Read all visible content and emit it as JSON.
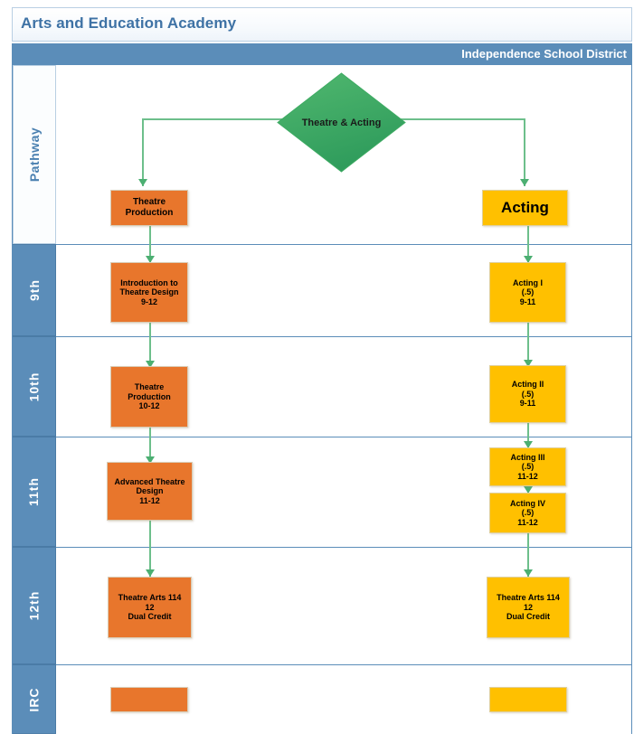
{
  "header": {
    "title": "Arts and Education Academy",
    "district": "Independence School District"
  },
  "colors": {
    "header_blue": "#5b8db9",
    "title_text": "#3e72a5",
    "orange": "#e8762c",
    "yellow": "#ffc000",
    "green_diamond": "#3eab63",
    "connector_green": "#6dbf8b"
  },
  "rows": [
    {
      "label": "Pathway"
    },
    {
      "label": "9th"
    },
    {
      "label": "10th"
    },
    {
      "label": "11th"
    },
    {
      "label": "12th"
    },
    {
      "label": "IRC"
    }
  ],
  "diamond": {
    "label": "Theatre & Acting"
  },
  "pathways": [
    {
      "name": "theatre-production",
      "color": "orange",
      "head": "Theatre\nProduction",
      "courses": [
        {
          "row": "9th",
          "text": "Introduction to\nTheatre Design\n9-12"
        },
        {
          "row": "10th",
          "text": "Theatre\nProduction\n10-12"
        },
        {
          "row": "11th",
          "text": "Advanced Theatre\nDesign\n11-12"
        },
        {
          "row": "12th",
          "text": "Theatre Arts 114\n12\nDual Credit"
        },
        {
          "row": "IRC",
          "text": ""
        }
      ]
    },
    {
      "name": "acting",
      "color": "yellow",
      "head": "Acting",
      "courses": [
        {
          "row": "9th",
          "text": "Acting I\n(.5)\n9-11"
        },
        {
          "row": "10th",
          "text": "Acting II\n(.5)\n9-11"
        },
        {
          "row": "11th",
          "text": "Acting III\n(.5)\n11-12"
        },
        {
          "row": "11th",
          "text": "Acting IV\n(.5)\n11-12"
        },
        {
          "row": "12th",
          "text": "Theatre Arts 114\n12\nDual Credit"
        },
        {
          "row": "IRC",
          "text": ""
        }
      ]
    }
  ]
}
